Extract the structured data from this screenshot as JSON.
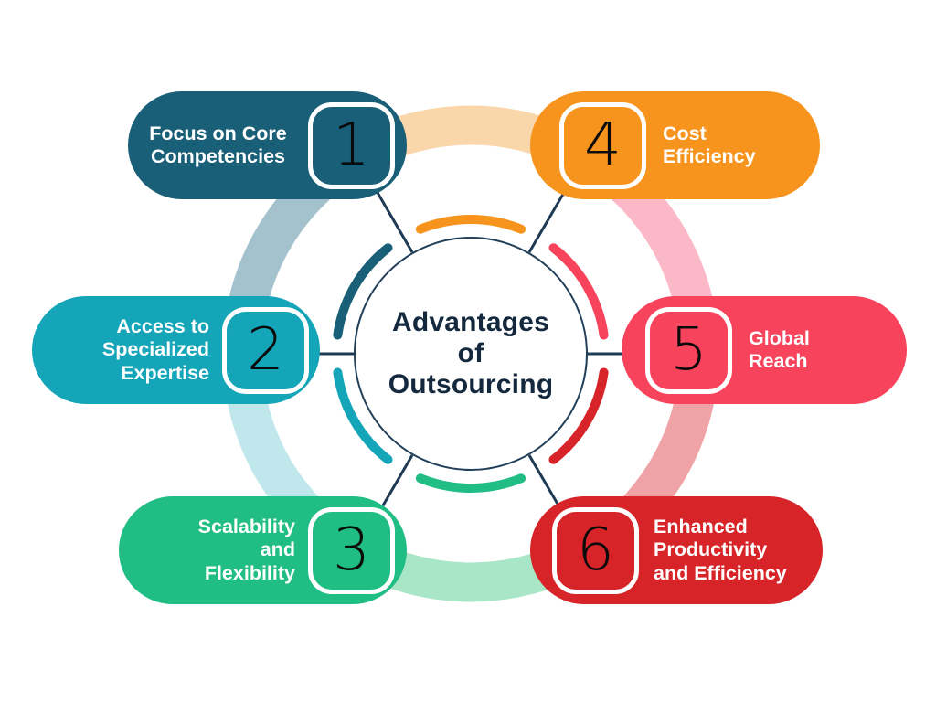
{
  "center": {
    "title": "Advantages\nof\nOutsourcing"
  },
  "items": [
    {
      "number": "1",
      "label": "Focus on Core\nCompetencies",
      "color": "#1a5f78",
      "light_color": "#a3c2cd"
    },
    {
      "number": "2",
      "label": "Access to\nSpecialized\nExpertise",
      "color": "#14a5b8",
      "light_color": "#bfe7ec"
    },
    {
      "number": "3",
      "label": "Scalability\nand\nFlexibility",
      "color": "#20bd85",
      "light_color": "#a9e6c7"
    },
    {
      "number": "4",
      "label": "Cost\nEfficiency",
      "color": "#f7941e",
      "light_color": "#fad7ab"
    },
    {
      "number": "5",
      "label": "Global\nReach",
      "color": "#f8435c",
      "light_color": "#fbb9c8"
    },
    {
      "number": "6",
      "label": "Enhanced\nProductivity\nand Efficiency",
      "color": "#d62428",
      "light_color": "#f0a3a7"
    }
  ],
  "colors": {
    "connector": "#1f3a54",
    "circle_border": "#23405a",
    "title_text": "#14293d",
    "badge_border": "#ffffff",
    "badge_number": "#0b0b0b",
    "label_text": "#ffffff",
    "background": "#ffffff"
  }
}
